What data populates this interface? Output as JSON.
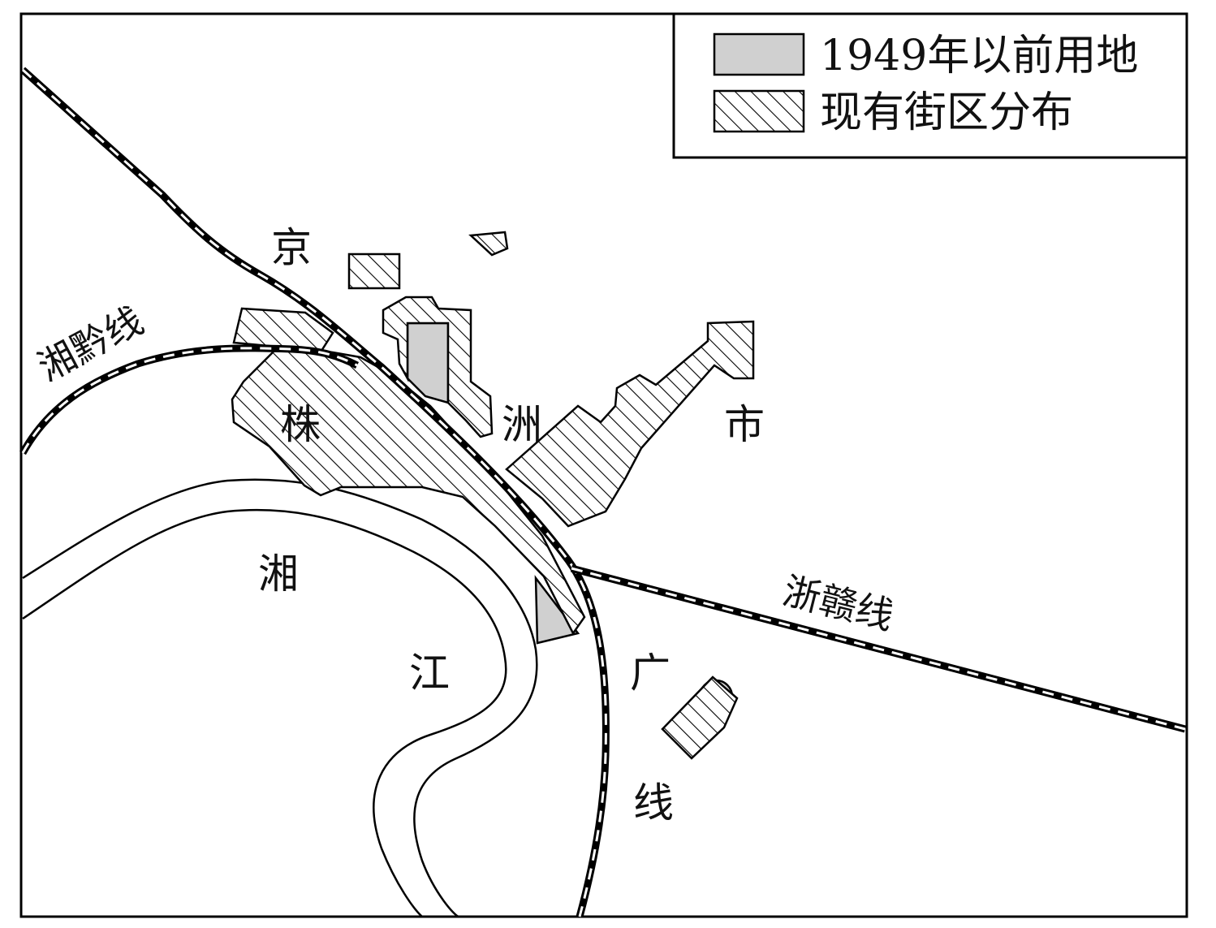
{
  "legend": {
    "items": [
      {
        "label": "1949年以前用地",
        "pattern": "gray-fill",
        "color": "#d0d0d0"
      },
      {
        "label": "现有街区分布",
        "pattern": "diagonal-hatch"
      }
    ]
  },
  "labels": {
    "railway_xiangqian": "湘黔线",
    "railway_zhegan": "浙赣线",
    "railway_jingguang": [
      "京",
      "广",
      "线"
    ],
    "city": [
      "株",
      "洲",
      "市"
    ],
    "river": [
      "湘",
      "江"
    ]
  },
  "colors": {
    "line": "#000000",
    "old_land_fill": "#d0d0d0",
    "background": "#ffffff"
  }
}
